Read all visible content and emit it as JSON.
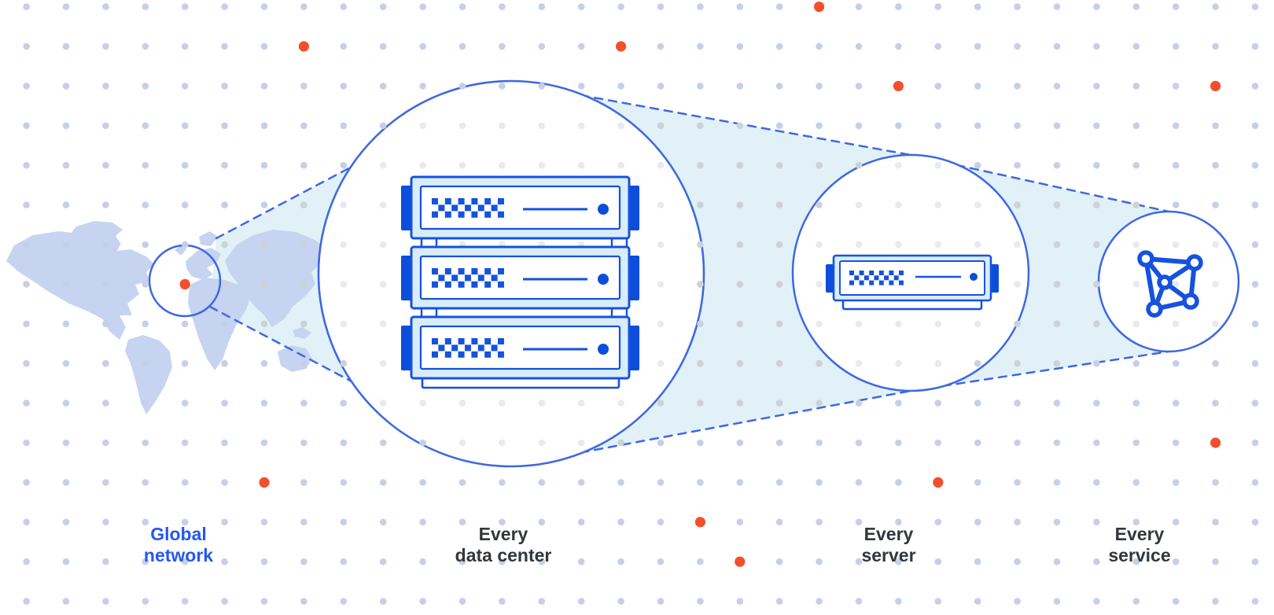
{
  "labels": [
    {
      "id": "global-network",
      "line1": "Global",
      "line2": "network",
      "emphasis": "blue"
    },
    {
      "id": "every-data-center",
      "line1": "Every",
      "line2": "data center",
      "emphasis": "dark"
    },
    {
      "id": "every-server",
      "line1": "Every",
      "line2": "server",
      "emphasis": "dark"
    },
    {
      "id": "every-service",
      "line1": "Every",
      "line2": "service",
      "emphasis": "dark"
    }
  ],
  "icons": [
    {
      "name": "world-map-icon",
      "meaning": "global network world map"
    },
    {
      "name": "server-rack-icon",
      "meaning": "data center rack of three servers"
    },
    {
      "name": "server-icon",
      "meaning": "single server"
    },
    {
      "name": "network-graph-icon",
      "meaning": "service network graph of connected nodes"
    }
  ],
  "palette": {
    "blue_stroke": "#3e68e3",
    "blue_strong": "#1552dd",
    "blue_deep": "#0c4ddb",
    "label_blue": "#2458f0",
    "label_dark": "#33363b",
    "beam": "#e1f1f7",
    "server_body": "#d9edf9",
    "map": "#c6d4f1",
    "dot": "#c7cfe8",
    "dot_in_beam": "#ccd2d6",
    "dot_in_circle": "#e7eaee",
    "orange": "#f1502a",
    "white": "#ffffff"
  },
  "dot_grid": {
    "origin_x": 33.6,
    "origin_y": 8.6,
    "spacing": 50.4,
    "cols": 32,
    "rows": 16,
    "radius": 4.3,
    "orange_radius": 6.6,
    "orange_cells": [
      [
        7,
        1
      ],
      [
        15,
        1
      ],
      [
        20,
        0
      ],
      [
        22,
        2
      ],
      [
        30,
        2
      ],
      [
        30,
        11
      ],
      [
        23,
        12
      ],
      [
        6,
        12
      ],
      [
        17,
        13
      ],
      [
        18,
        14
      ],
      [
        4,
        7
      ]
    ]
  }
}
